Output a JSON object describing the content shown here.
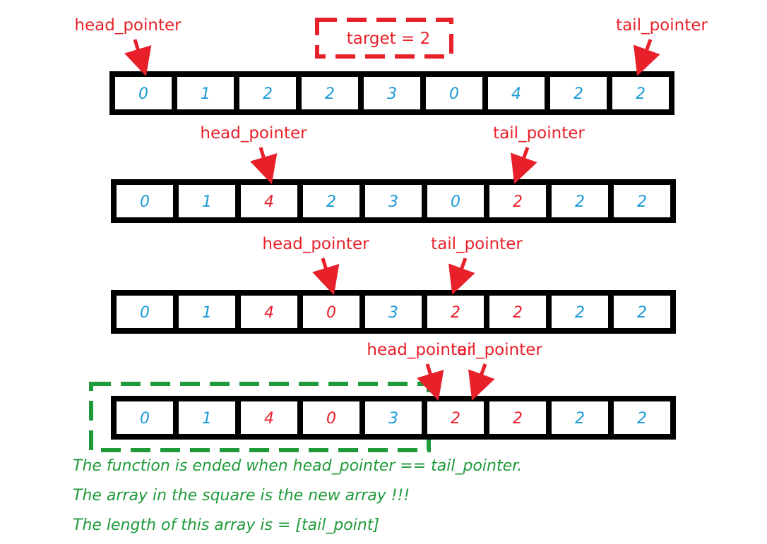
{
  "colors": {
    "pointer": "#e8202a",
    "blue_value": "#1a9ad6",
    "red_value": "#e8202a",
    "green_text": "#1f9a3a",
    "cell_border": "#000000",
    "target_box": "#e8202a",
    "result_box": "#1f9a3a"
  },
  "target_label": "target = 2",
  "pointer_labels": {
    "head": "head_pointer",
    "tail": "tail_pointer"
  },
  "arrays": [
    {
      "values": [
        "0",
        "1",
        "2",
        "2",
        "3",
        "0",
        "4",
        "2",
        "2"
      ],
      "highlight": [
        false,
        false,
        false,
        false,
        false,
        false,
        false,
        false,
        false
      ],
      "head_index": 0,
      "tail_index": 8
    },
    {
      "values": [
        "0",
        "1",
        "4",
        "2",
        "3",
        "0",
        "2",
        "2",
        "2"
      ],
      "highlight": [
        false,
        false,
        true,
        false,
        false,
        false,
        true,
        false,
        false
      ],
      "head_index": 2,
      "tail_index": 6
    },
    {
      "values": [
        "0",
        "1",
        "4",
        "0",
        "3",
        "2",
        "2",
        "2",
        "2"
      ],
      "highlight": [
        false,
        false,
        true,
        true,
        false,
        true,
        true,
        false,
        false
      ],
      "head_index": 3,
      "tail_index": 5
    },
    {
      "values": [
        "0",
        "1",
        "4",
        "0",
        "3",
        "2",
        "2",
        "2",
        "2"
      ],
      "highlight": [
        false,
        false,
        true,
        true,
        false,
        true,
        true,
        false,
        false
      ],
      "head_index": 5,
      "tail_index": 5
    }
  ],
  "notes": [
    "The function is ended when head_pointer == tail_pointer.",
    "The array in the square is the new array !!!",
    "The length of this array is = [tail_point]"
  ]
}
